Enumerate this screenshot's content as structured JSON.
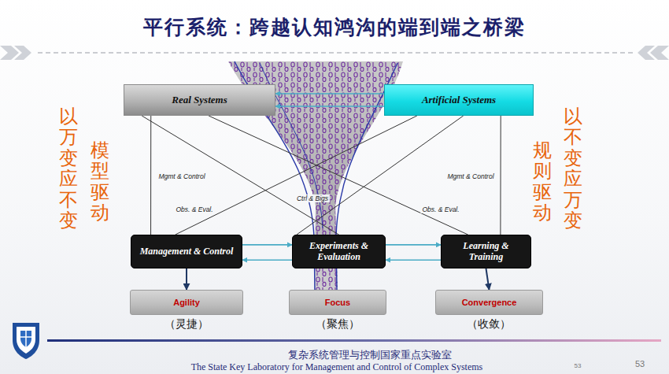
{
  "diagram": {
    "title": "平行系统：跨越认知鸿沟的端到端之桥梁",
    "nodes": [
      {
        "text": [
          "Real Systems"
        ]
      },
      {
        "text": [
          "Artificial Systems"
        ]
      },
      {
        "text": [
          "Management & Control"
        ]
      },
      {
        "text": [
          "Experiments & Evaluation"
        ]
      },
      {
        "text": [
          "Learning & Training"
        ]
      },
      {
        "text": [
          "Agility"
        ]
      },
      {
        "text": [
          "Focus"
        ]
      },
      {
        "text": [
          "Convergence"
        ]
      }
    ],
    "edges": [
      {
        "from": 1,
        "to": 0,
        "arrow": "to"
      },
      {
        "from": 1,
        "to": 0,
        "arrow": "to"
      },
      {
        "from": 0,
        "to": 2,
        "arrow": "none"
      },
      {
        "from": 0,
        "to": 3,
        "arrow": "none"
      },
      {
        "from": 0,
        "to": 4,
        "arrow": "none"
      },
      {
        "from": 1,
        "to": 4,
        "arrow": "none"
      },
      {
        "from": 1,
        "to": 3,
        "arrow": "none"
      },
      {
        "from": 1,
        "to": 2,
        "arrow": "none"
      },
      {
        "from": 2,
        "to": 3,
        "arrow": "to"
      },
      {
        "from": 3,
        "to": 2,
        "arrow": "to"
      },
      {
        "from": 3,
        "to": 4,
        "arrow": "to"
      },
      {
        "from": 4,
        "to": 3,
        "arrow": "to"
      },
      {
        "from": 2,
        "to": 5,
        "arrow": "to"
      },
      {
        "from": 4,
        "to": 7,
        "arrow": "to"
      }
    ],
    "labels": [
      "以万变应不变",
      "模型驱动",
      "以不变应万变",
      "规则驱动",
      "Mgmt & Control",
      "Obs. & Eval.",
      "Ctrl & Bigs",
      "Obs. & Eval.",
      "Mgmt & Control",
      "（灵捷）",
      "（聚焦）",
      "（收敛）",
      "复杂系统管理与控制国家重点实验室",
      "The State Key Laboratory for Management and Control of Complex Systems",
      "53",
      "53"
    ]
  }
}
